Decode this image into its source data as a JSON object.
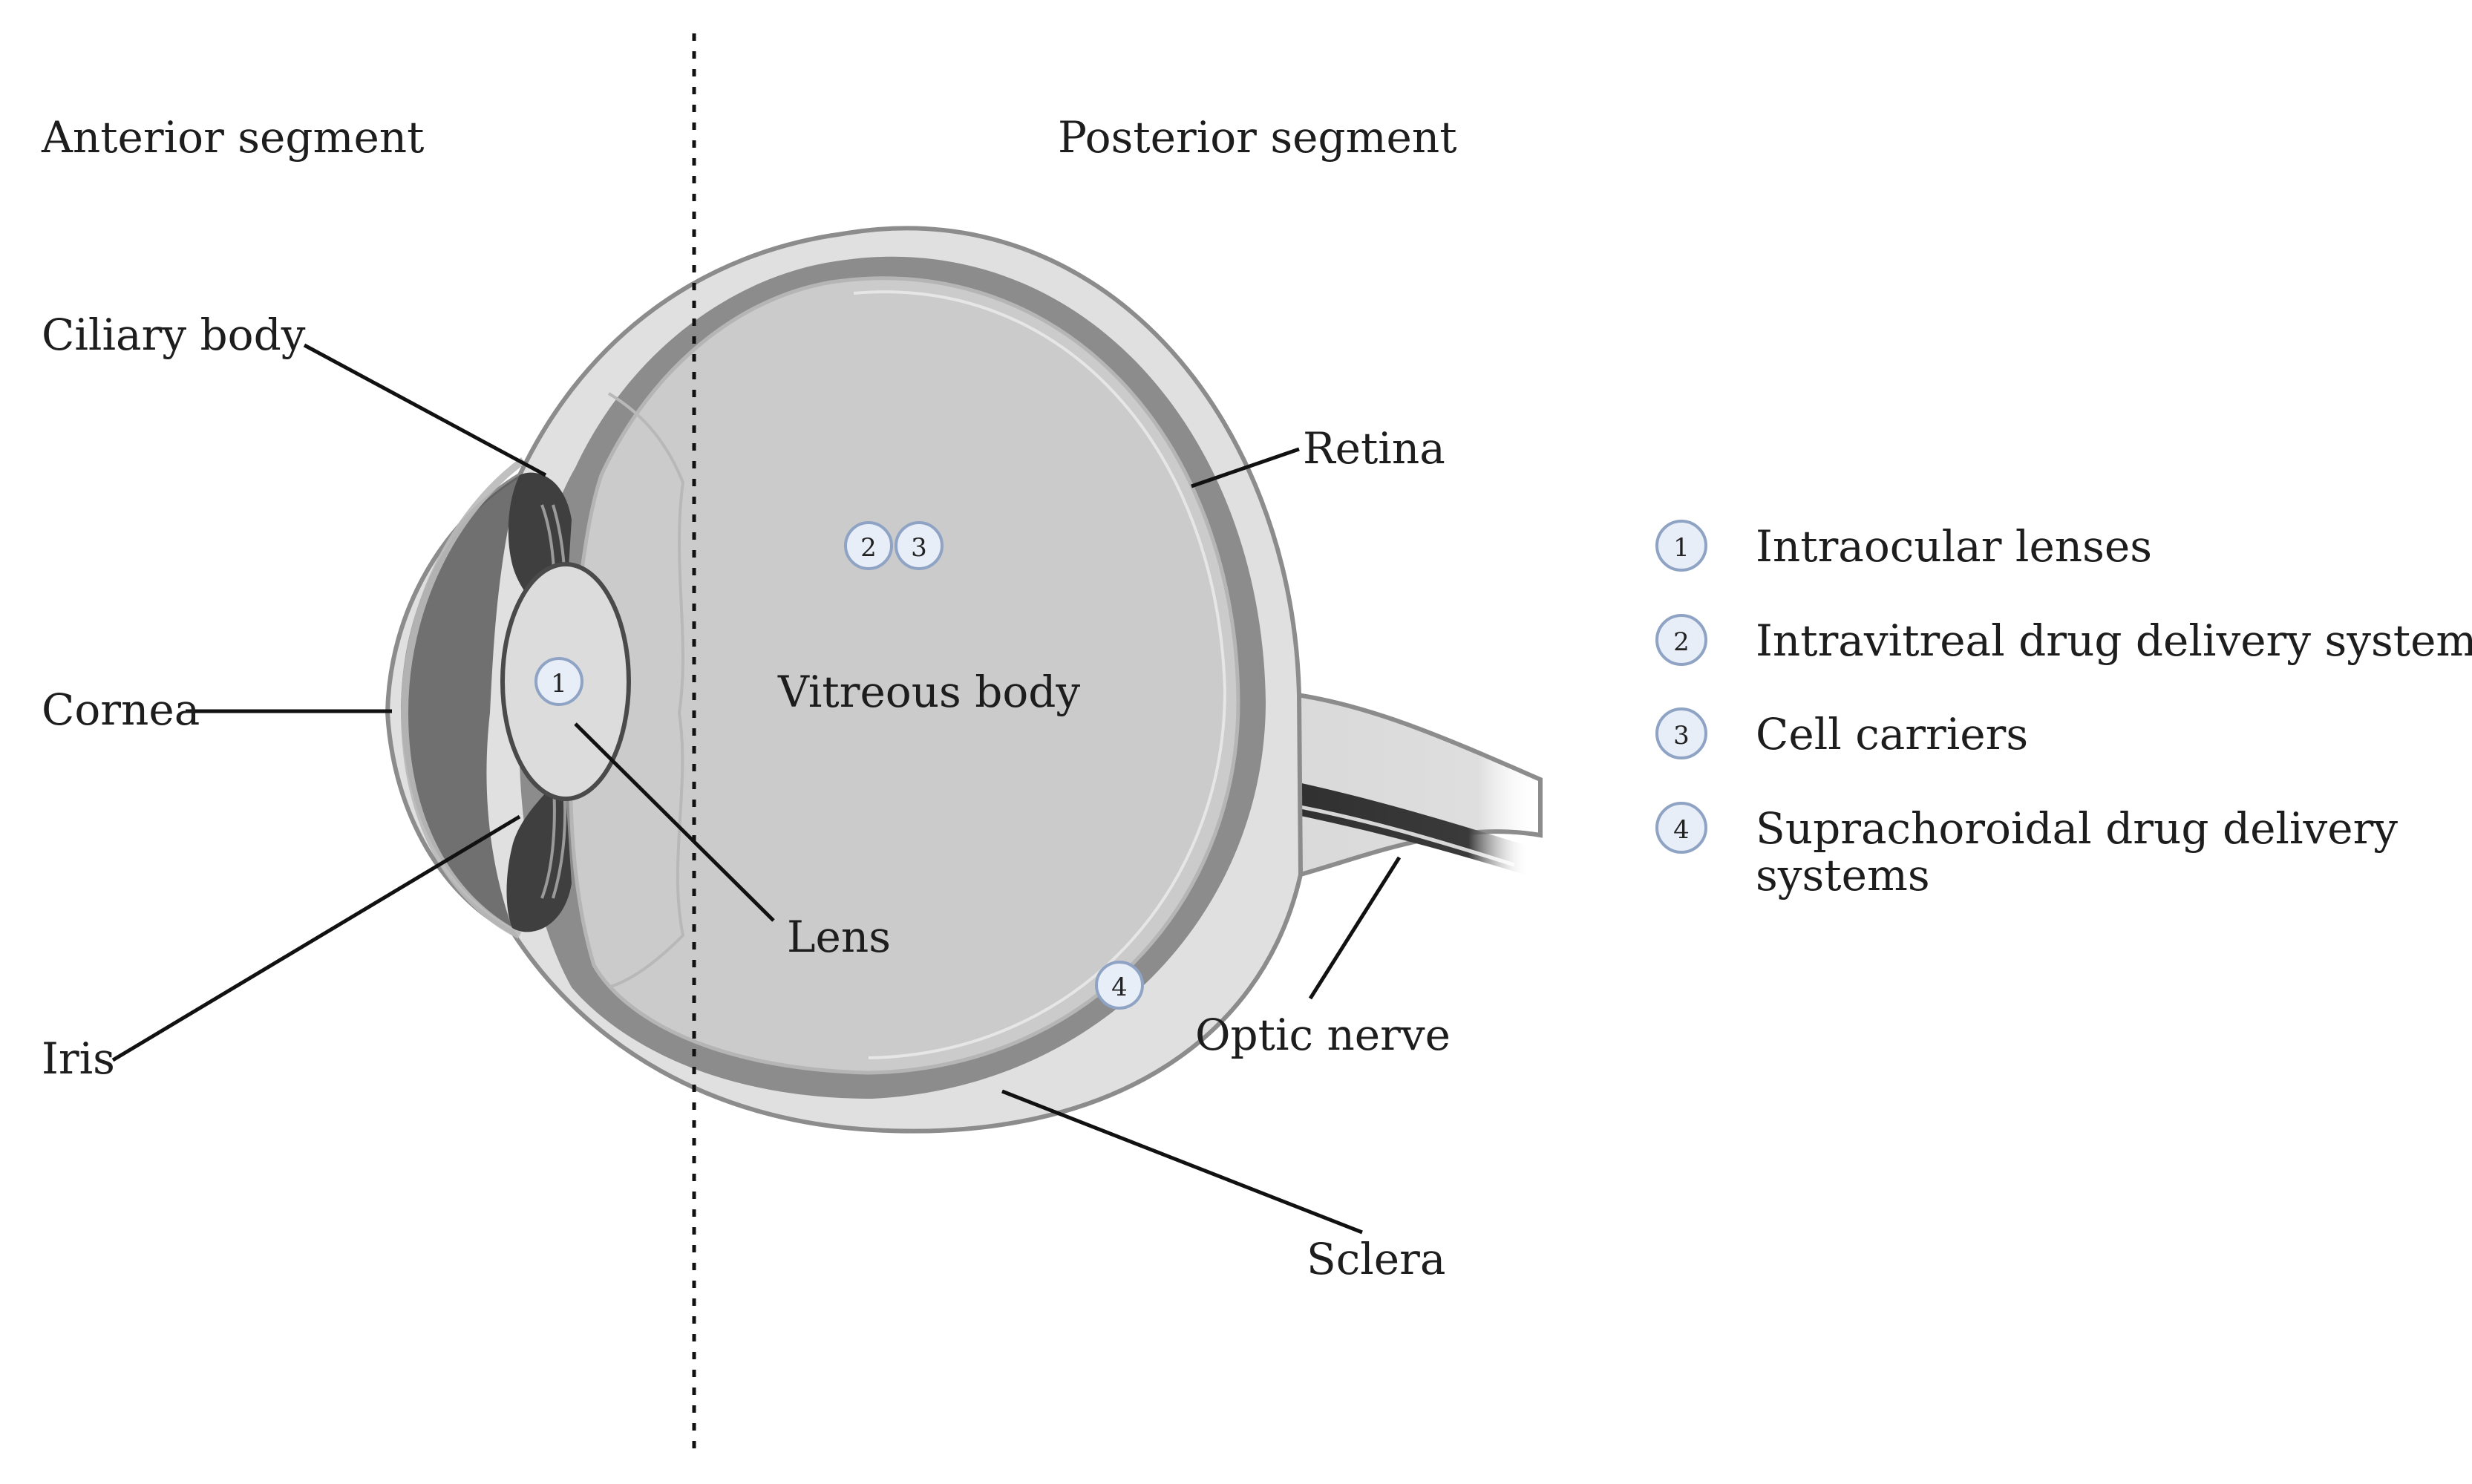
{
  "segments": {
    "anterior": "Anterior segment",
    "posterior": "Posterior segment"
  },
  "structures": {
    "ciliary_body": "Ciliary body",
    "cornea": "Cornea",
    "iris": "Iris",
    "lens": "Lens",
    "vitreous_body": "Vitreous body",
    "retina": "Retina",
    "optic_nerve": "Optic nerve",
    "sclera": "Sclera"
  },
  "markers": {
    "lens_marker": "1",
    "vitreous_marker_a": "2",
    "vitreous_marker_b": "3",
    "suprachoroidal_marker": "4"
  },
  "legend": [
    {
      "number": "1",
      "text": "Intraocular lenses"
    },
    {
      "number": "2",
      "text": "Intravitreal drug delivery systems"
    },
    {
      "number": "3",
      "text": "Cell carriers"
    },
    {
      "number": "4",
      "text": "Suprachoroidal drug delivery\nsystems"
    }
  ],
  "colors": {
    "sclera": "#e0e0e0",
    "choroid": "#8c8c8c",
    "vitreous": "#cbcbcb",
    "marker_fill": "#e8eef8",
    "marker_stroke": "#8fa3c4"
  }
}
